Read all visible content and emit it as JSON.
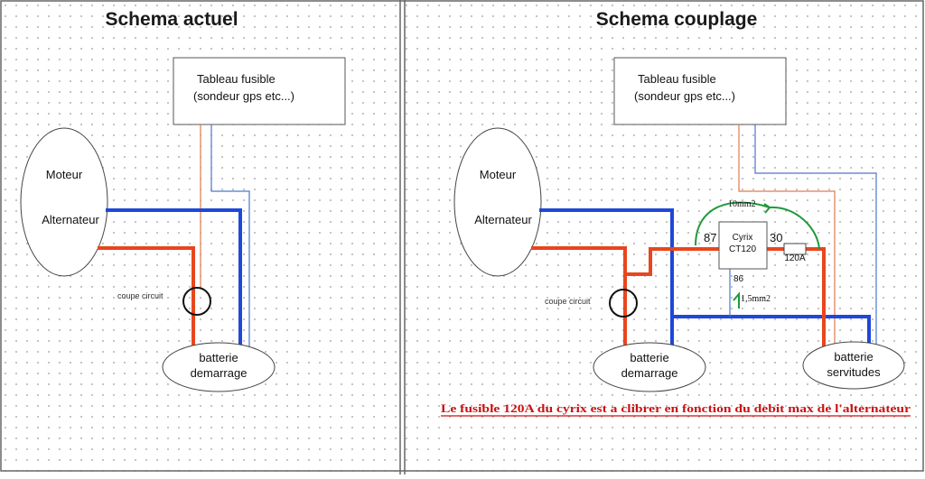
{
  "colors": {
    "positive_wire": "#e8461e",
    "negative_wire": "#1f48d8",
    "thin_orange": "#e07a4d",
    "thin_blue": "#4a77cc",
    "jumper": "#1e9a3a",
    "note": "#cc1111",
    "grid_dot": "#9a9a9a",
    "frame": "#666666"
  },
  "left_panel": {
    "title": "Schema actuel",
    "fuse_panel": {
      "line1": "Tableau fusible",
      "line2": "(sondeur gps etc...)"
    },
    "engine": {
      "line1": "Moteur",
      "line2": "Alternateur"
    },
    "breaker_label": "coupe circuit",
    "start_battery": {
      "line1": "batterie",
      "line2": "demarrage"
    }
  },
  "right_panel": {
    "title": "Schema couplage",
    "fuse_panel": {
      "line1": "Tableau fusible",
      "line2": "(sondeur gps etc...)"
    },
    "engine": {
      "line1": "Moteur",
      "line2": "Alternateur"
    },
    "breaker_label": "coupe circuit",
    "start_battery": {
      "line1": "batterie",
      "line2": "demarrage"
    },
    "service_battery": {
      "line1": "batterie",
      "line2": "servitudes"
    },
    "coupler": {
      "line1": "Cyrix",
      "line2": "CT120"
    },
    "pins": {
      "p87": "87",
      "p30": "30",
      "p86": "86"
    },
    "fuse_label": "120A",
    "jumper_label": "10mm2",
    "ground_wire_label": "1,5mm2",
    "note": "Le fusible 120A du cyrix est a clibrer en fonction du debit max de l'alternateur"
  }
}
